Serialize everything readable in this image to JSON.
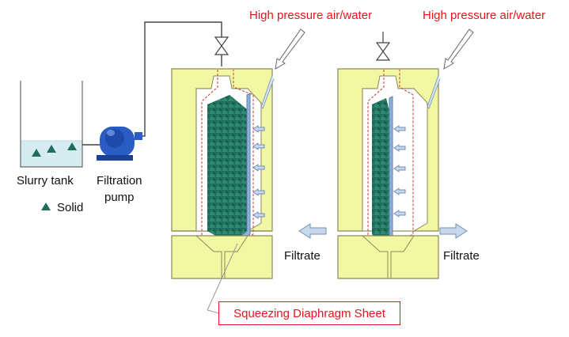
{
  "labels": {
    "slurry_tank": "Slurry tank",
    "solid": "Solid",
    "filtration_pump_line1": "Filtration",
    "filtration_pump_line2": "pump",
    "high_pressure_left": "High pressure air/water",
    "high_pressure_right": "High pressure air/water",
    "filtrate_left": "Filtrate",
    "filtrate_right": "Filtrate",
    "squeezing_sheet": "Squeezing Diaphragm Sheet"
  },
  "colors": {
    "frame_fill": "#f2f7a3",
    "frame_stroke": "#8a8a55",
    "cake": "#1f6e5c",
    "diaphragm": "#8fb0d8",
    "pump": "#2a5cc4",
    "tank_liquid": "#d6ecf0",
    "annotation_red": "#e8141b",
    "arrow_fill": "#c8d8ea",
    "arrow_stroke": "#6f8fb5"
  },
  "icons": {
    "valve": "valve-icon",
    "pump": "pump-icon",
    "solid": "triangle-icon"
  }
}
